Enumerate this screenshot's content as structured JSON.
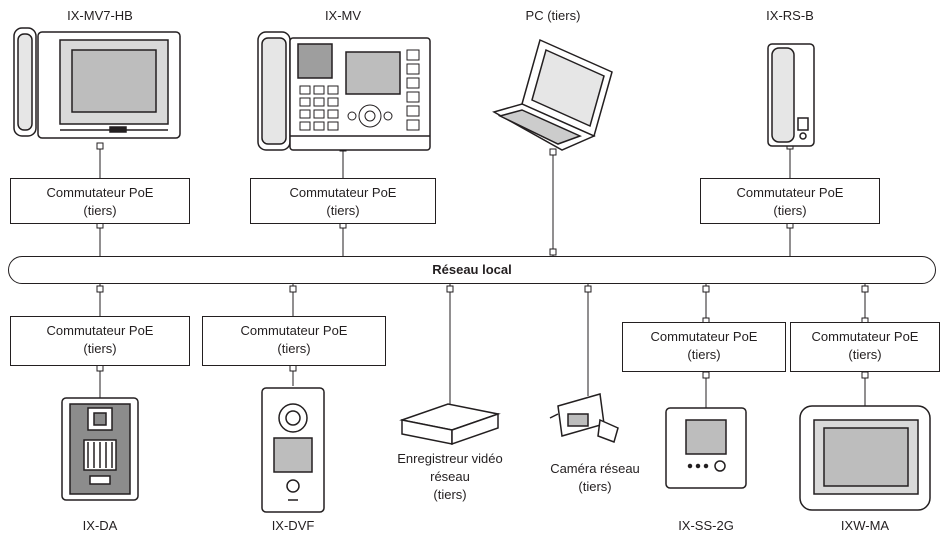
{
  "devices": {
    "ix_mv7_hb": "IX-MV7-HB",
    "ix_mv": "IX-MV",
    "pc": "PC (tiers)",
    "ix_rs_b": "IX-RS-B",
    "ix_da": "IX-DA",
    "ix_dvf": "IX-DVF",
    "ix_ss_2g": "IX-SS-2G",
    "ixw_ma": "IXW-MA"
  },
  "switch": {
    "line1": "Commutateur PoE",
    "line2": "(tiers)"
  },
  "network": "Réseau local",
  "nvr": [
    "Enregistreur vidéo",
    "réseau",
    "(tiers)"
  ],
  "camera": [
    "Caméra réseau",
    "(tiers)"
  ]
}
